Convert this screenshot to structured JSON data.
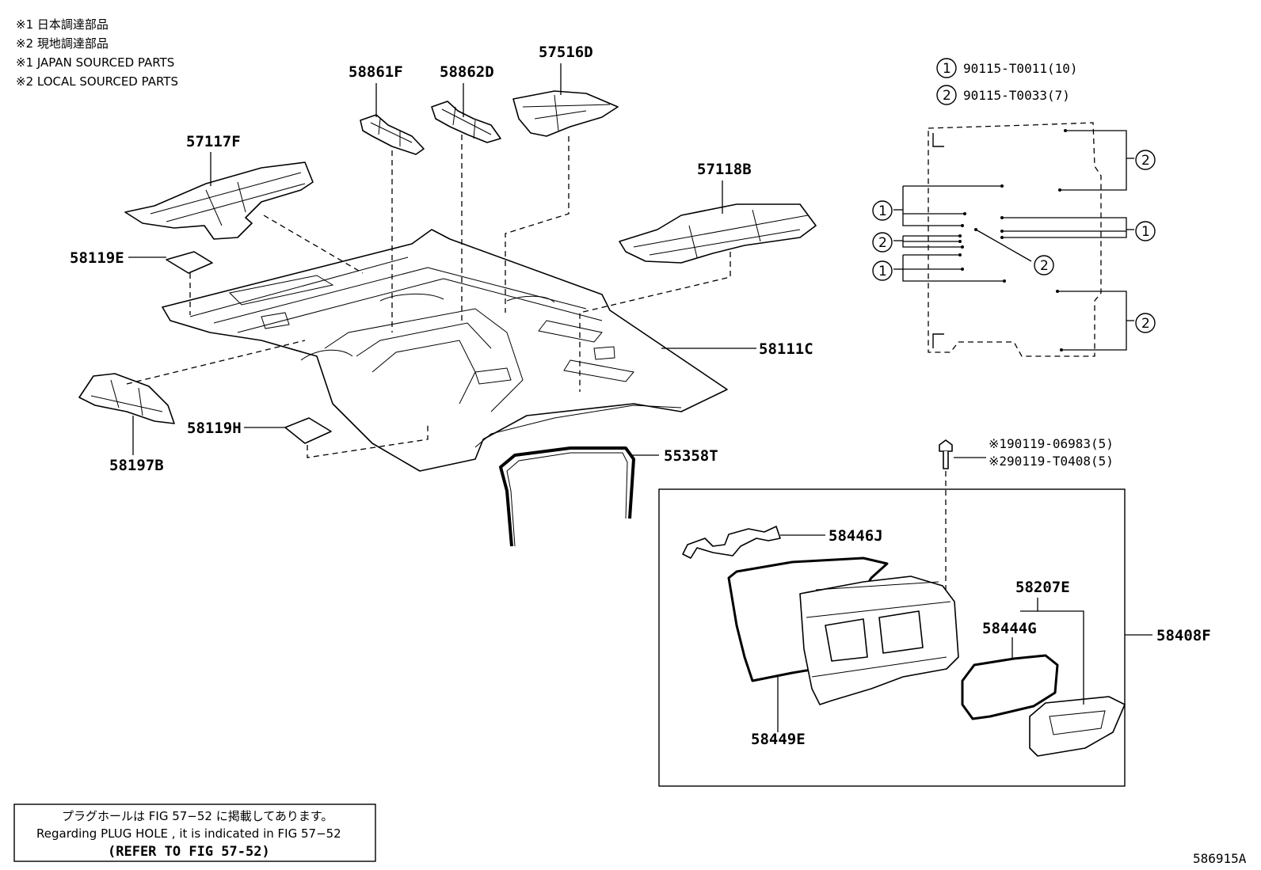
{
  "notes": [
    "※1 日本調達部品",
    "※2 現地調達部品",
    "※1 JAPAN SOURCED PARTS",
    "※2 LOCAL SOURCED PARTS"
  ],
  "parts": {
    "p58861F": "58861F",
    "p58862D": "58862D",
    "p57516D": "57516D",
    "p57117F": "57117F",
    "p57118B": "57118B",
    "p58119E": "58119E",
    "p58111C": "58111C",
    "p58197B": "58197B",
    "p58119H": "58119H",
    "p55358T": "55358T",
    "p58446J": "58446J",
    "p58207E": "58207E",
    "p58444G": "58444G",
    "p58408F": "58408F",
    "p58449E": "58449E"
  },
  "fasteners": {
    "legend1_num": "1",
    "legend1_code": "90115-T0011(10)",
    "legend2_num": "2",
    "legend2_code": "90115-T0033(7)",
    "bolt1": "※190119-06983(5)",
    "bolt2": "※290119-T0408(5)"
  },
  "callouts": [
    "2",
    "1",
    "2",
    "1",
    "1",
    "2",
    "2"
  ],
  "bottom_note": {
    "line1": "プラグホールは FIG  57−52 に掲載してあります。",
    "line2": "Regarding  PLUG  HOLE , it is indicated in  FIG  57−52",
    "line3": "(REFER TO FIG 57-52)"
  },
  "figure_id": "586915A"
}
